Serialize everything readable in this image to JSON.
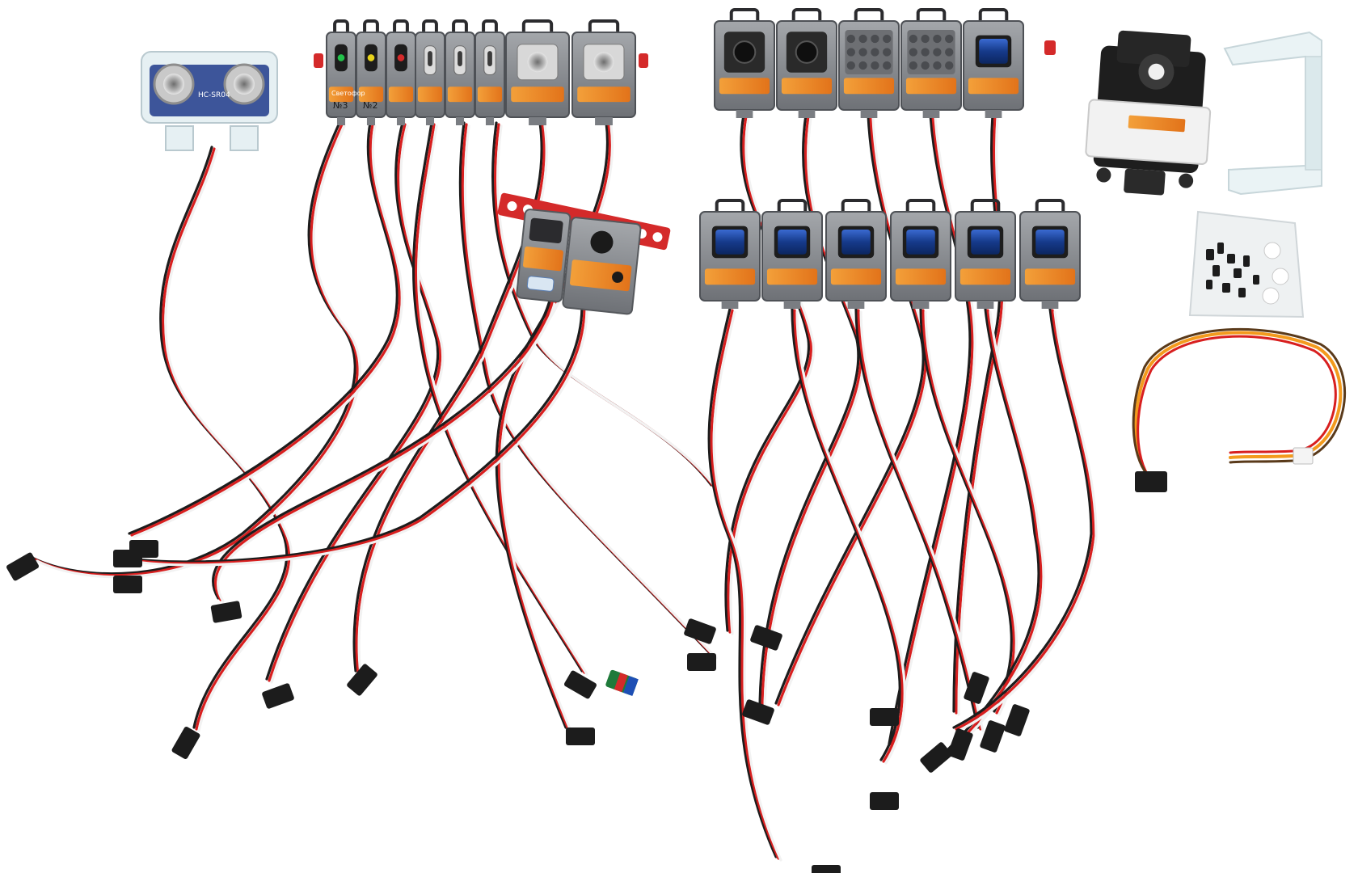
{
  "photo": {
    "ultrasonic_label": "HC-SR04",
    "traffic_light_labels": [
      "Светофор",
      "№3",
      "№2"
    ]
  },
  "colors": {
    "background": "#ffffff",
    "module_body": "#8a8d92",
    "module_dark": "#2b2b2e",
    "sticker_orange": "#f08a1c",
    "wire_red": "#d81f1f",
    "wire_black": "#1c1c1c",
    "wire_white": "#f2f2f2",
    "wire_orange": "#f39a1d",
    "lens_blue": "#1f3f8f",
    "plastic_red": "#d42a2a",
    "acrylic_clear": "#e3eef1"
  },
  "icons": [
    "ultrasonic-sensor-icon",
    "servo-motor-icon",
    "connector-icon"
  ]
}
